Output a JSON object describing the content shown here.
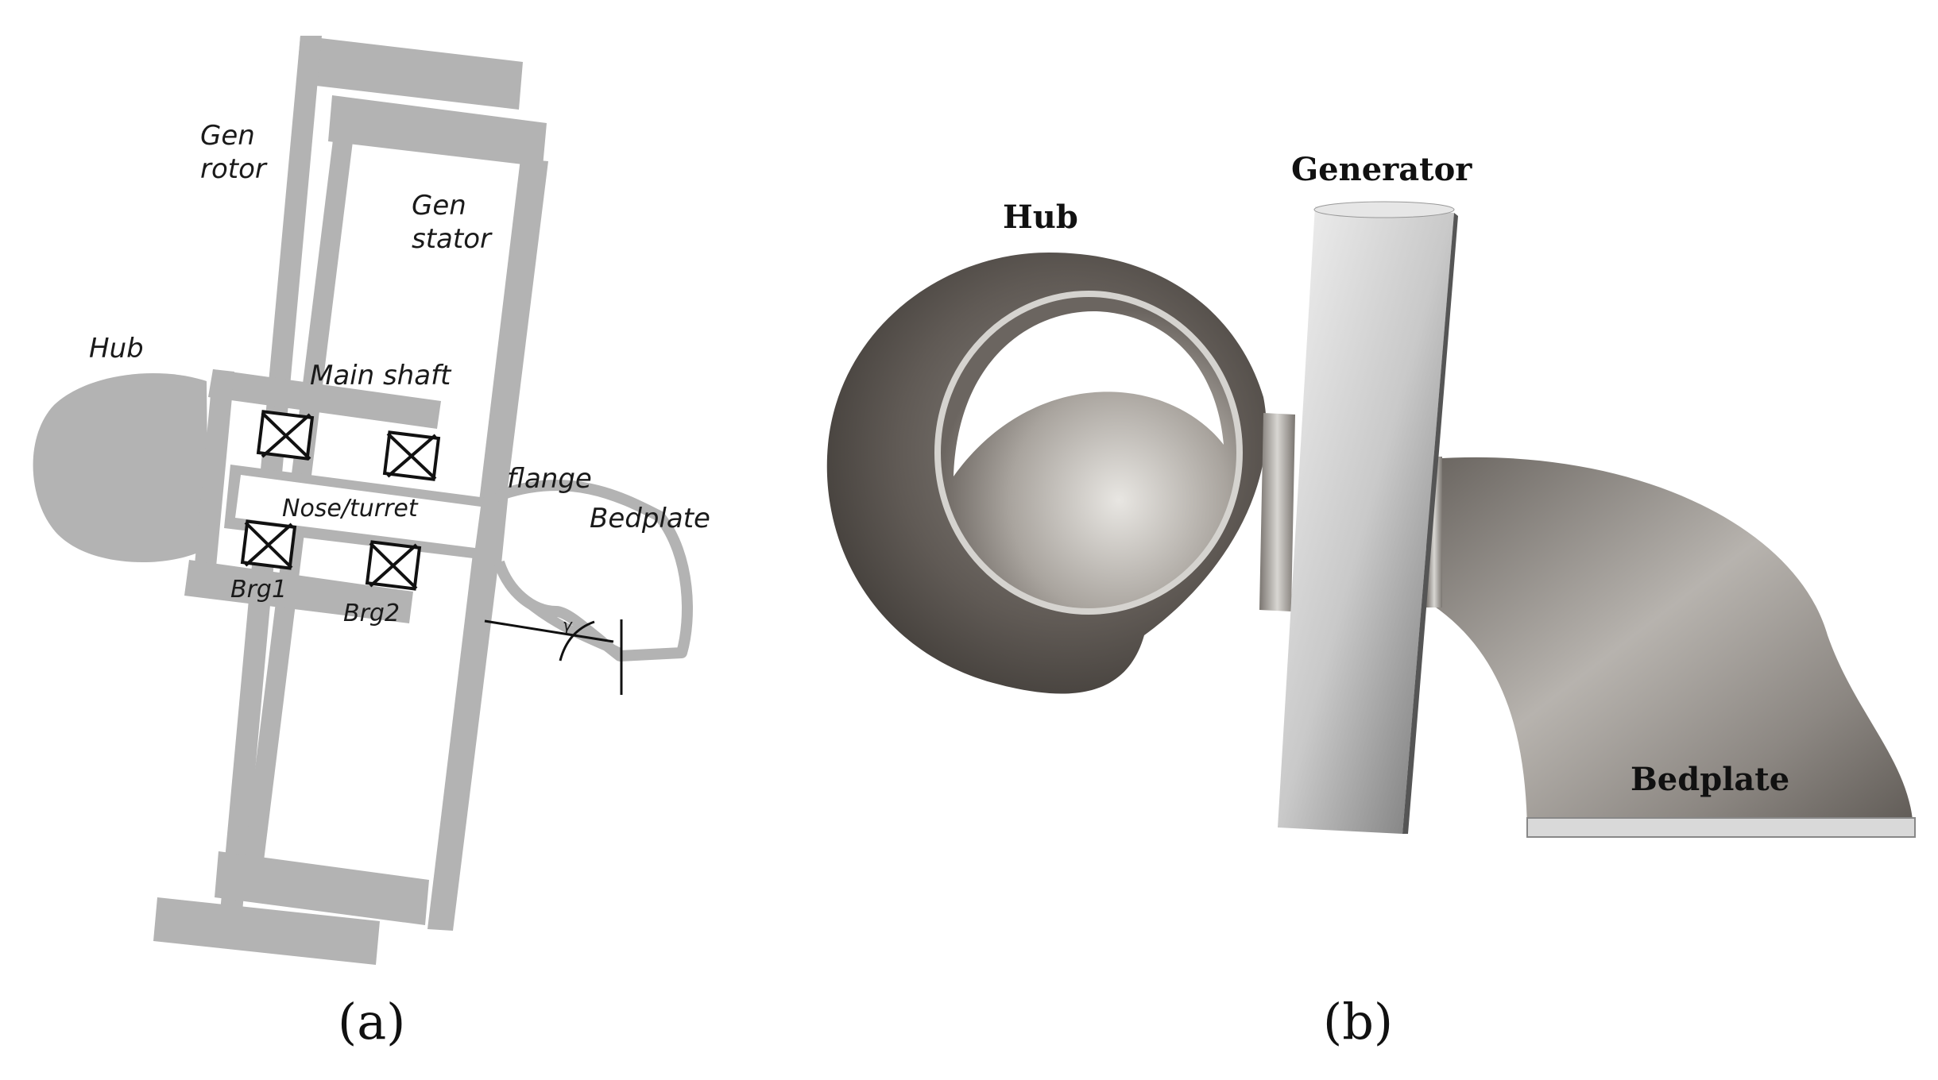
{
  "panel_a": {
    "labels": {
      "gen_rotor": "Gen\nrotor",
      "gen_stator": "Gen\nstator",
      "hub": "Hub",
      "main_shaft": "Main shaft",
      "flange": "flange",
      "nose_turret": "Nose/turret",
      "bedplate": "Bedplate",
      "brg1": "Brg1",
      "brg2": "Brg2",
      "angle_mark": "γ"
    },
    "caption": "(a)"
  },
  "panel_b": {
    "labels": {
      "hub": "Hub",
      "generator": "Generator",
      "bedplate": "Bedplate"
    },
    "caption": "(b)"
  },
  "colors": {
    "diagram_gray": "#b3b3b3",
    "render_dark": "#5a5550",
    "render_light": "#d8d8d8"
  }
}
